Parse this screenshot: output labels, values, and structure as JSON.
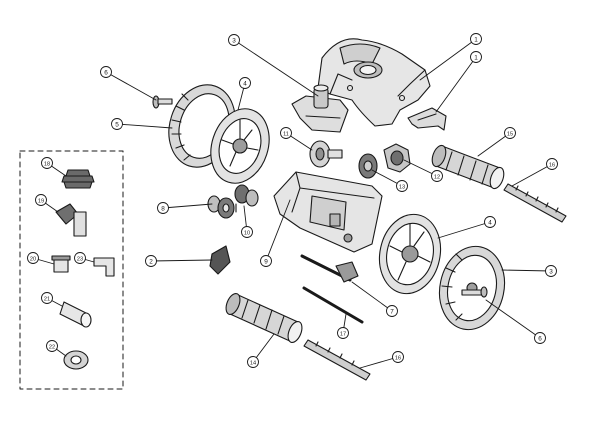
{
  "callouts": [
    {
      "id": "c-1a",
      "label": "1"
    },
    {
      "id": "c-1b",
      "label": "1"
    },
    {
      "id": "c-3top",
      "label": "3"
    },
    {
      "id": "c-6top",
      "label": "6"
    },
    {
      "id": "c-4top",
      "label": "4"
    },
    {
      "id": "c-5",
      "label": "5"
    },
    {
      "id": "c-11",
      "label": "11"
    },
    {
      "id": "c-15",
      "label": "15"
    },
    {
      "id": "c-16top",
      "label": "16"
    },
    {
      "id": "c-12",
      "label": "12"
    },
    {
      "id": "c-13",
      "label": "13"
    },
    {
      "id": "c-8",
      "label": "8"
    },
    {
      "id": "c-10",
      "label": "10"
    },
    {
      "id": "c-9",
      "label": "9"
    },
    {
      "id": "c-2",
      "label": "2"
    },
    {
      "id": "c-4mid",
      "label": "4"
    },
    {
      "id": "c-3mid",
      "label": "3"
    },
    {
      "id": "c-6mid",
      "label": "6"
    },
    {
      "id": "c-7",
      "label": "7"
    },
    {
      "id": "c-17",
      "label": "17"
    },
    {
      "id": "c-14",
      "label": "14"
    },
    {
      "id": "c-16bot",
      "label": "16"
    },
    {
      "id": "c-18",
      "label": "18"
    },
    {
      "id": "c-19",
      "label": "19"
    },
    {
      "id": "c-20",
      "label": "20"
    },
    {
      "id": "c-23",
      "label": "23"
    },
    {
      "id": "c-21",
      "label": "21"
    },
    {
      "id": "c-22",
      "label": "22"
    }
  ]
}
